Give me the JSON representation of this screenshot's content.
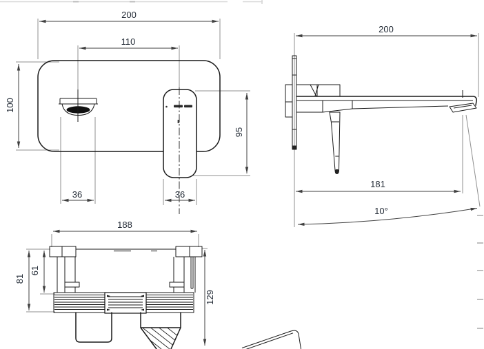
{
  "drawing": {
    "kind": "faucet technical drawing",
    "views": {
      "front": {
        "label_width": "200",
        "label_spout_offset": "110",
        "label_height": "100",
        "label_handle_height": "95",
        "label_spout_width": "36",
        "label_handle_width": "36"
      },
      "side": {
        "label_depth": "200",
        "label_reach": "181",
        "label_angle": "10°"
      },
      "plan": {
        "label_width": "188",
        "label_outer_height": "81",
        "label_inner_height": "61",
        "label_depth": "129"
      }
    },
    "colors": {
      "outline": "#191919",
      "dimension": "#3f3f3f",
      "extension": "#8f8f8f",
      "text": "#232b36"
    }
  }
}
